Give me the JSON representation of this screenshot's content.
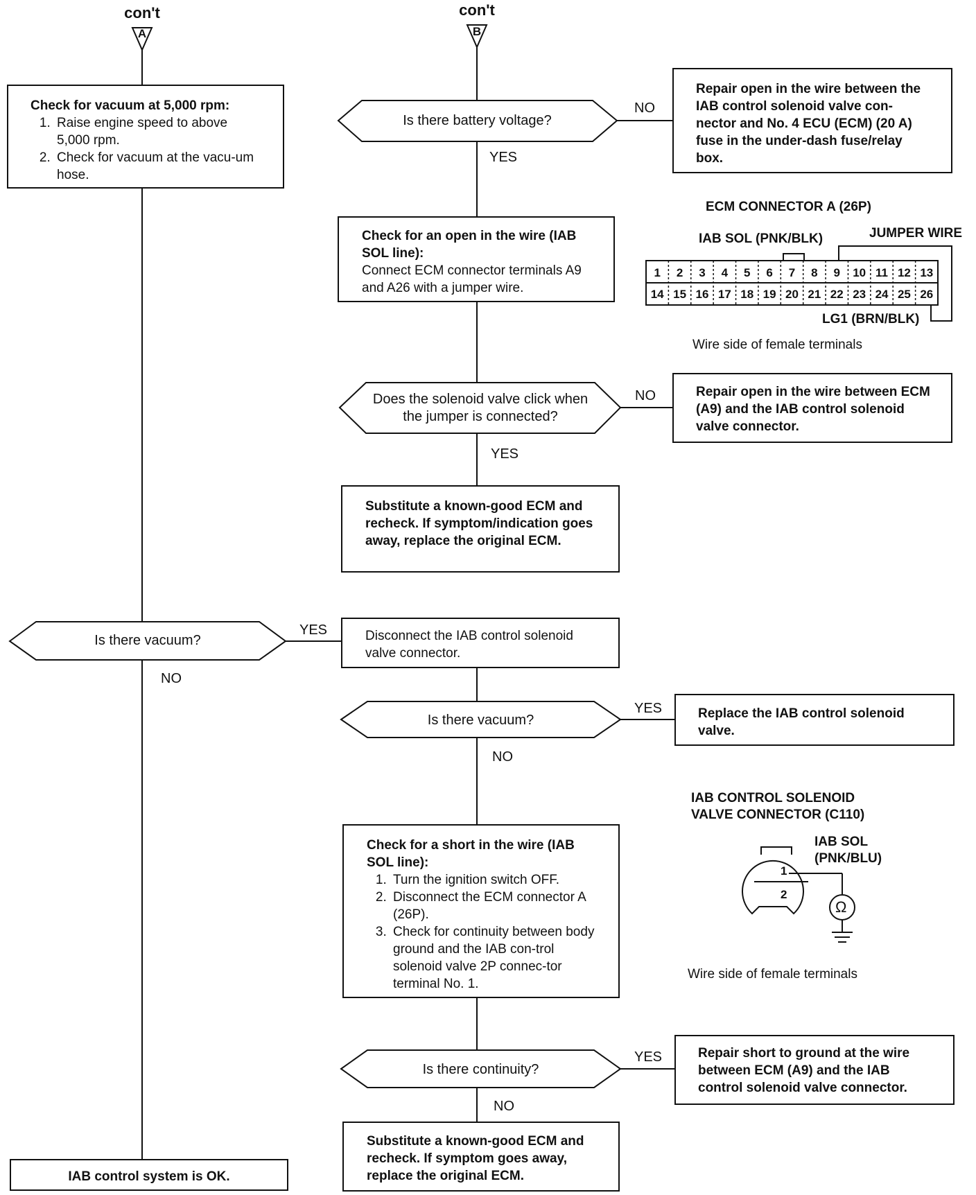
{
  "connectors": {
    "a_label": "con't",
    "a_letter": "A",
    "b_label": "con't",
    "b_letter": "B"
  },
  "nodes": {
    "vacuum_5000": {
      "heading": "Check for vacuum at 5,000 rpm:",
      "steps": [
        "Raise engine speed to above 5,000 rpm.",
        "Check for vacuum at the vacu-um hose."
      ]
    },
    "q_battery_voltage": "Is there battery voltage?",
    "repair_open_fuse": "Repair open in the wire between the IAB control solenoid valve con-nector and No. 4 ECU (ECM) (20 A) fuse in the under-dash fuse/relay box.",
    "check_open_iab": {
      "heading": "Check for an open in the wire (IAB SOL line):",
      "body": "Connect ECM connector terminals A9 and A26 with a jumper wire."
    },
    "q_solenoid_click": "Does the solenoid valve click when the jumper is connected?",
    "repair_open_ecm": "Repair open in the wire between ECM (A9) and the IAB control solenoid valve connector.",
    "substitute_ecm_1": "Substitute a known-good ECM and recheck. If symptom/indication goes away, replace the original ECM.",
    "q_vacuum_left": "Is there vacuum?",
    "disconnect_connector": "Disconnect the IAB control solenoid valve connector.",
    "q_vacuum_right": "Is there vacuum?",
    "replace_solenoid": "Replace the IAB control solenoid valve.",
    "check_short": {
      "heading": "Check for a short in the wire (IAB SOL line):",
      "steps": [
        "Turn the ignition switch OFF.",
        "Disconnect the ECM connector A (26P).",
        "Check for continuity between body ground and the IAB con-trol solenoid valve 2P connec-tor terminal No. 1."
      ]
    },
    "q_continuity": "Is there continuity?",
    "repair_short": "Repair short to ground at the wire between ECM (A9) and the IAB control solenoid valve connector.",
    "substitute_ecm_2": "Substitute a known-good ECM and recheck. If symptom goes away, replace the original ECM.",
    "system_ok": "IAB control system is OK."
  },
  "branch_labels": {
    "no_battery": "NO",
    "yes_battery": "YES",
    "no_click": "NO",
    "yes_click": "YES",
    "yes_vacuum_left": "YES",
    "no_vacuum_left": "NO",
    "yes_vacuum_right": "YES",
    "no_vacuum_right": "NO",
    "yes_continuity": "YES",
    "no_continuity": "NO"
  },
  "ecm_connector": {
    "title": "ECM CONNECTOR A (26P)",
    "iab_sol_label": "IAB SOL (PNK/BLK)",
    "jumper_label": "JUMPER WIRE",
    "lg1_label": "LG1 (BRN/BLK)",
    "caption": "Wire side of female terminals",
    "row1": [
      "1",
      "2",
      "3",
      "4",
      "5",
      "6",
      "7",
      "8",
      "9",
      "10",
      "11",
      "12",
      "13"
    ],
    "row2": [
      "14",
      "15",
      "16",
      "17",
      "18",
      "19",
      "20",
      "21",
      "22",
      "23",
      "24",
      "25",
      "26"
    ]
  },
  "solenoid_connector": {
    "title_line1": "IAB CONTROL SOLENOID",
    "title_line2": "VALVE CONNECTOR (C110)",
    "sol_label_line1": "IAB SOL",
    "sol_label_line2": "(PNK/BLU)",
    "pin1": "1",
    "pin2": "2",
    "meter_symbol": "Ω",
    "caption": "Wire side of female terminals"
  }
}
